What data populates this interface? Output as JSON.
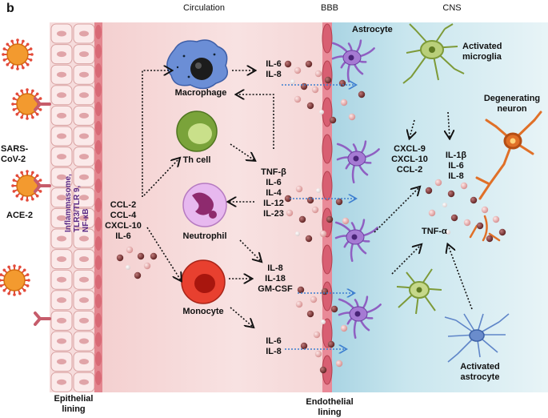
{
  "panel_letter": "b",
  "headers": {
    "circulation": "Circulation",
    "bbb": "BBB",
    "cns": "CNS"
  },
  "virus": {
    "name_line1": "SARS-",
    "name_line2": "CoV-2",
    "receptor": "ACE-2"
  },
  "pathway": [
    "Inflammasome,",
    "TLR3/TLR 9,",
    "NF-κB"
  ],
  "epithelial": [
    "Epithelial",
    "lining"
  ],
  "endothelial": [
    "Endothelial",
    "lining"
  ],
  "cells": {
    "macrophage": "Macrophage",
    "thcell": "Th cell",
    "neutrophil": "Neutrophil",
    "monocyte": "Monocyte",
    "astrocyte_top": "Astrocyte",
    "microglia": [
      "Activated",
      "microglia"
    ],
    "neuron": [
      "Degenerating",
      "neuron"
    ],
    "astrocyte_act": [
      "Activated",
      "astrocyte"
    ]
  },
  "cytokines": {
    "epithelial_release": [
      "CCL-2",
      "CCL-4",
      "CXCL-10",
      "IL-6"
    ],
    "macrophage_out": [
      "IL-6",
      "IL-8"
    ],
    "th_out": [
      "TNF-β",
      "IL-6",
      "IL-4",
      "IL-12",
      "IL-23"
    ],
    "monocyte_out_a": [
      "IL-8",
      "IL-18",
      "GM-CSF"
    ],
    "monocyte_out_b": [
      "IL-6",
      "IL-8"
    ],
    "microglia_out": [
      "CXCL-9",
      "CXCL-10",
      "CCL-2"
    ],
    "cns_in": [
      "IL-1β",
      "IL-6",
      "IL-8"
    ],
    "tnf": "TNF-α"
  },
  "colors": {
    "epithelial": "#f2d3d3",
    "circulation": "#f7dede",
    "bbb": "#e98a98",
    "cns": "#c5e3ec",
    "virus": "#f39a2f",
    "receptor": "#c65c6b",
    "macrophage": "#6b8ed6",
    "thcell": "#7aa33a",
    "neutrophil": "#c86fd0",
    "monocyte": "#e8402f",
    "astrocyte": "#8f5fc2",
    "microglia": "#b9cf7a",
    "neuron": "#e07028",
    "astrocyte_act": "#6a8ccc",
    "particle_dark": "#7a2e2e",
    "particle_light": "#e6a6a6",
    "arrow_black": "#111111",
    "arrow_blue": "#3d7fd0"
  }
}
